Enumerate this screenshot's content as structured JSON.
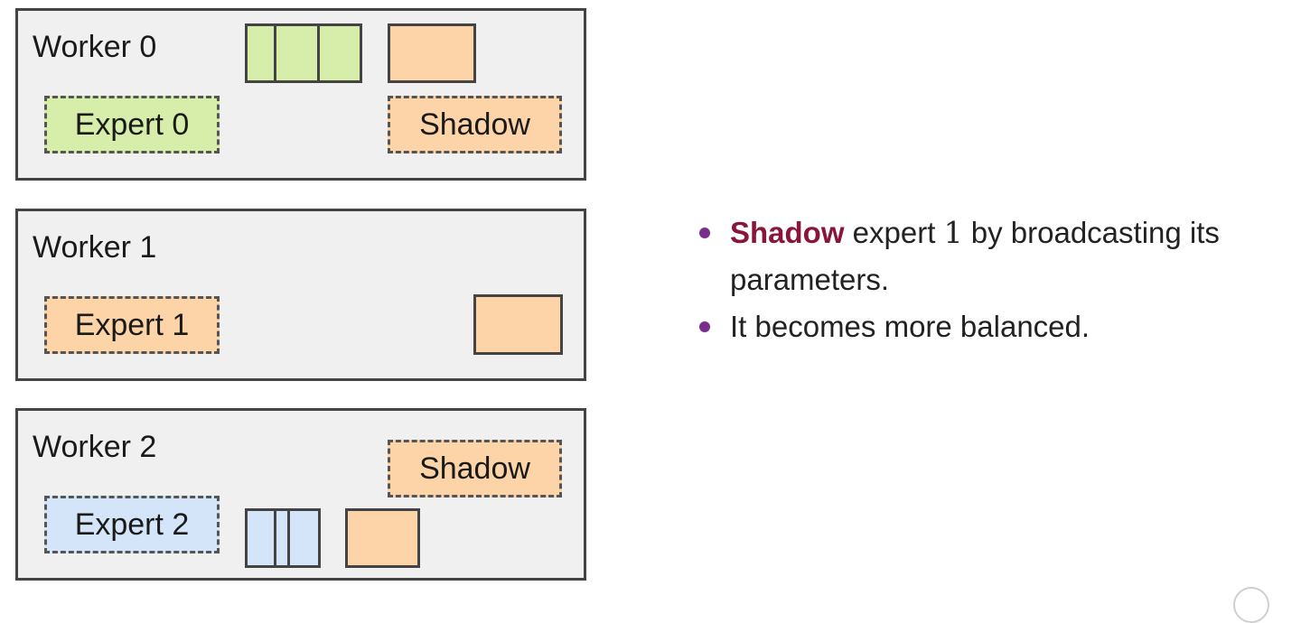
{
  "colors": {
    "green": "#d6eeaa",
    "orange": "#fdd3a8",
    "blue": "#d4e5f9",
    "worker_bg": "#f0f0f0",
    "border": "#444444",
    "accent_text": "#8b1538",
    "bullet": "#7b2d8e"
  },
  "workers": [
    {
      "label": "Worker 0",
      "expert_label": "Expert 0",
      "shadow_label": "Shadow"
    },
    {
      "label": "Worker 1",
      "expert_label": "Expert 1"
    },
    {
      "label": "Worker 2",
      "expert_label": "Expert 2",
      "shadow_label": "Shadow"
    }
  ],
  "notes": {
    "item1": {
      "emph": "Shadow",
      "text_a": " expert ",
      "math": "1",
      "text_b": " by broadcasting its parameters."
    },
    "item2": {
      "text": "It becomes more balanced."
    }
  }
}
